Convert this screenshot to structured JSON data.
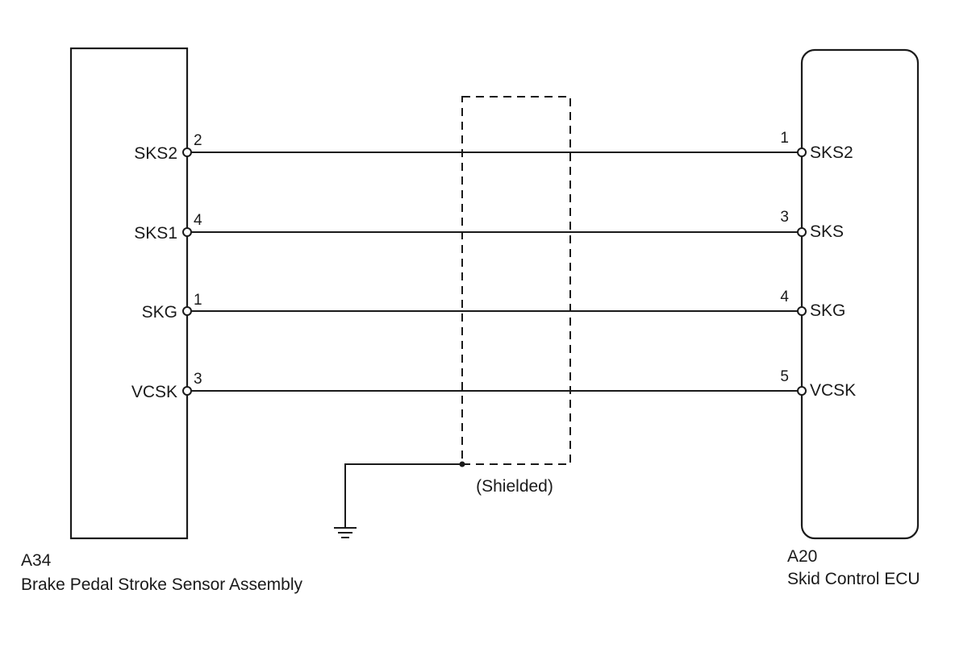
{
  "left_component": {
    "code": "A34",
    "name": "Brake Pedal Stroke Sensor Assembly"
  },
  "right_component": {
    "code": "A20",
    "name": "Skid Control ECU"
  },
  "wires": [
    {
      "left_signal": "SKS2",
      "left_pin": "2",
      "right_pin": "1",
      "right_signal": "SKS2"
    },
    {
      "left_signal": "SKS1",
      "left_pin": "4",
      "right_pin": "3",
      "right_signal": "SKS"
    },
    {
      "left_signal": "SKG",
      "left_pin": "1",
      "right_pin": "4",
      "right_signal": "SKG"
    },
    {
      "left_signal": "VCSK",
      "left_pin": "3",
      "right_pin": "5",
      "right_signal": "VCSK"
    }
  ],
  "shield": {
    "label": "(Shielded)"
  },
  "ground": {
    "icon": "ground-icon"
  }
}
